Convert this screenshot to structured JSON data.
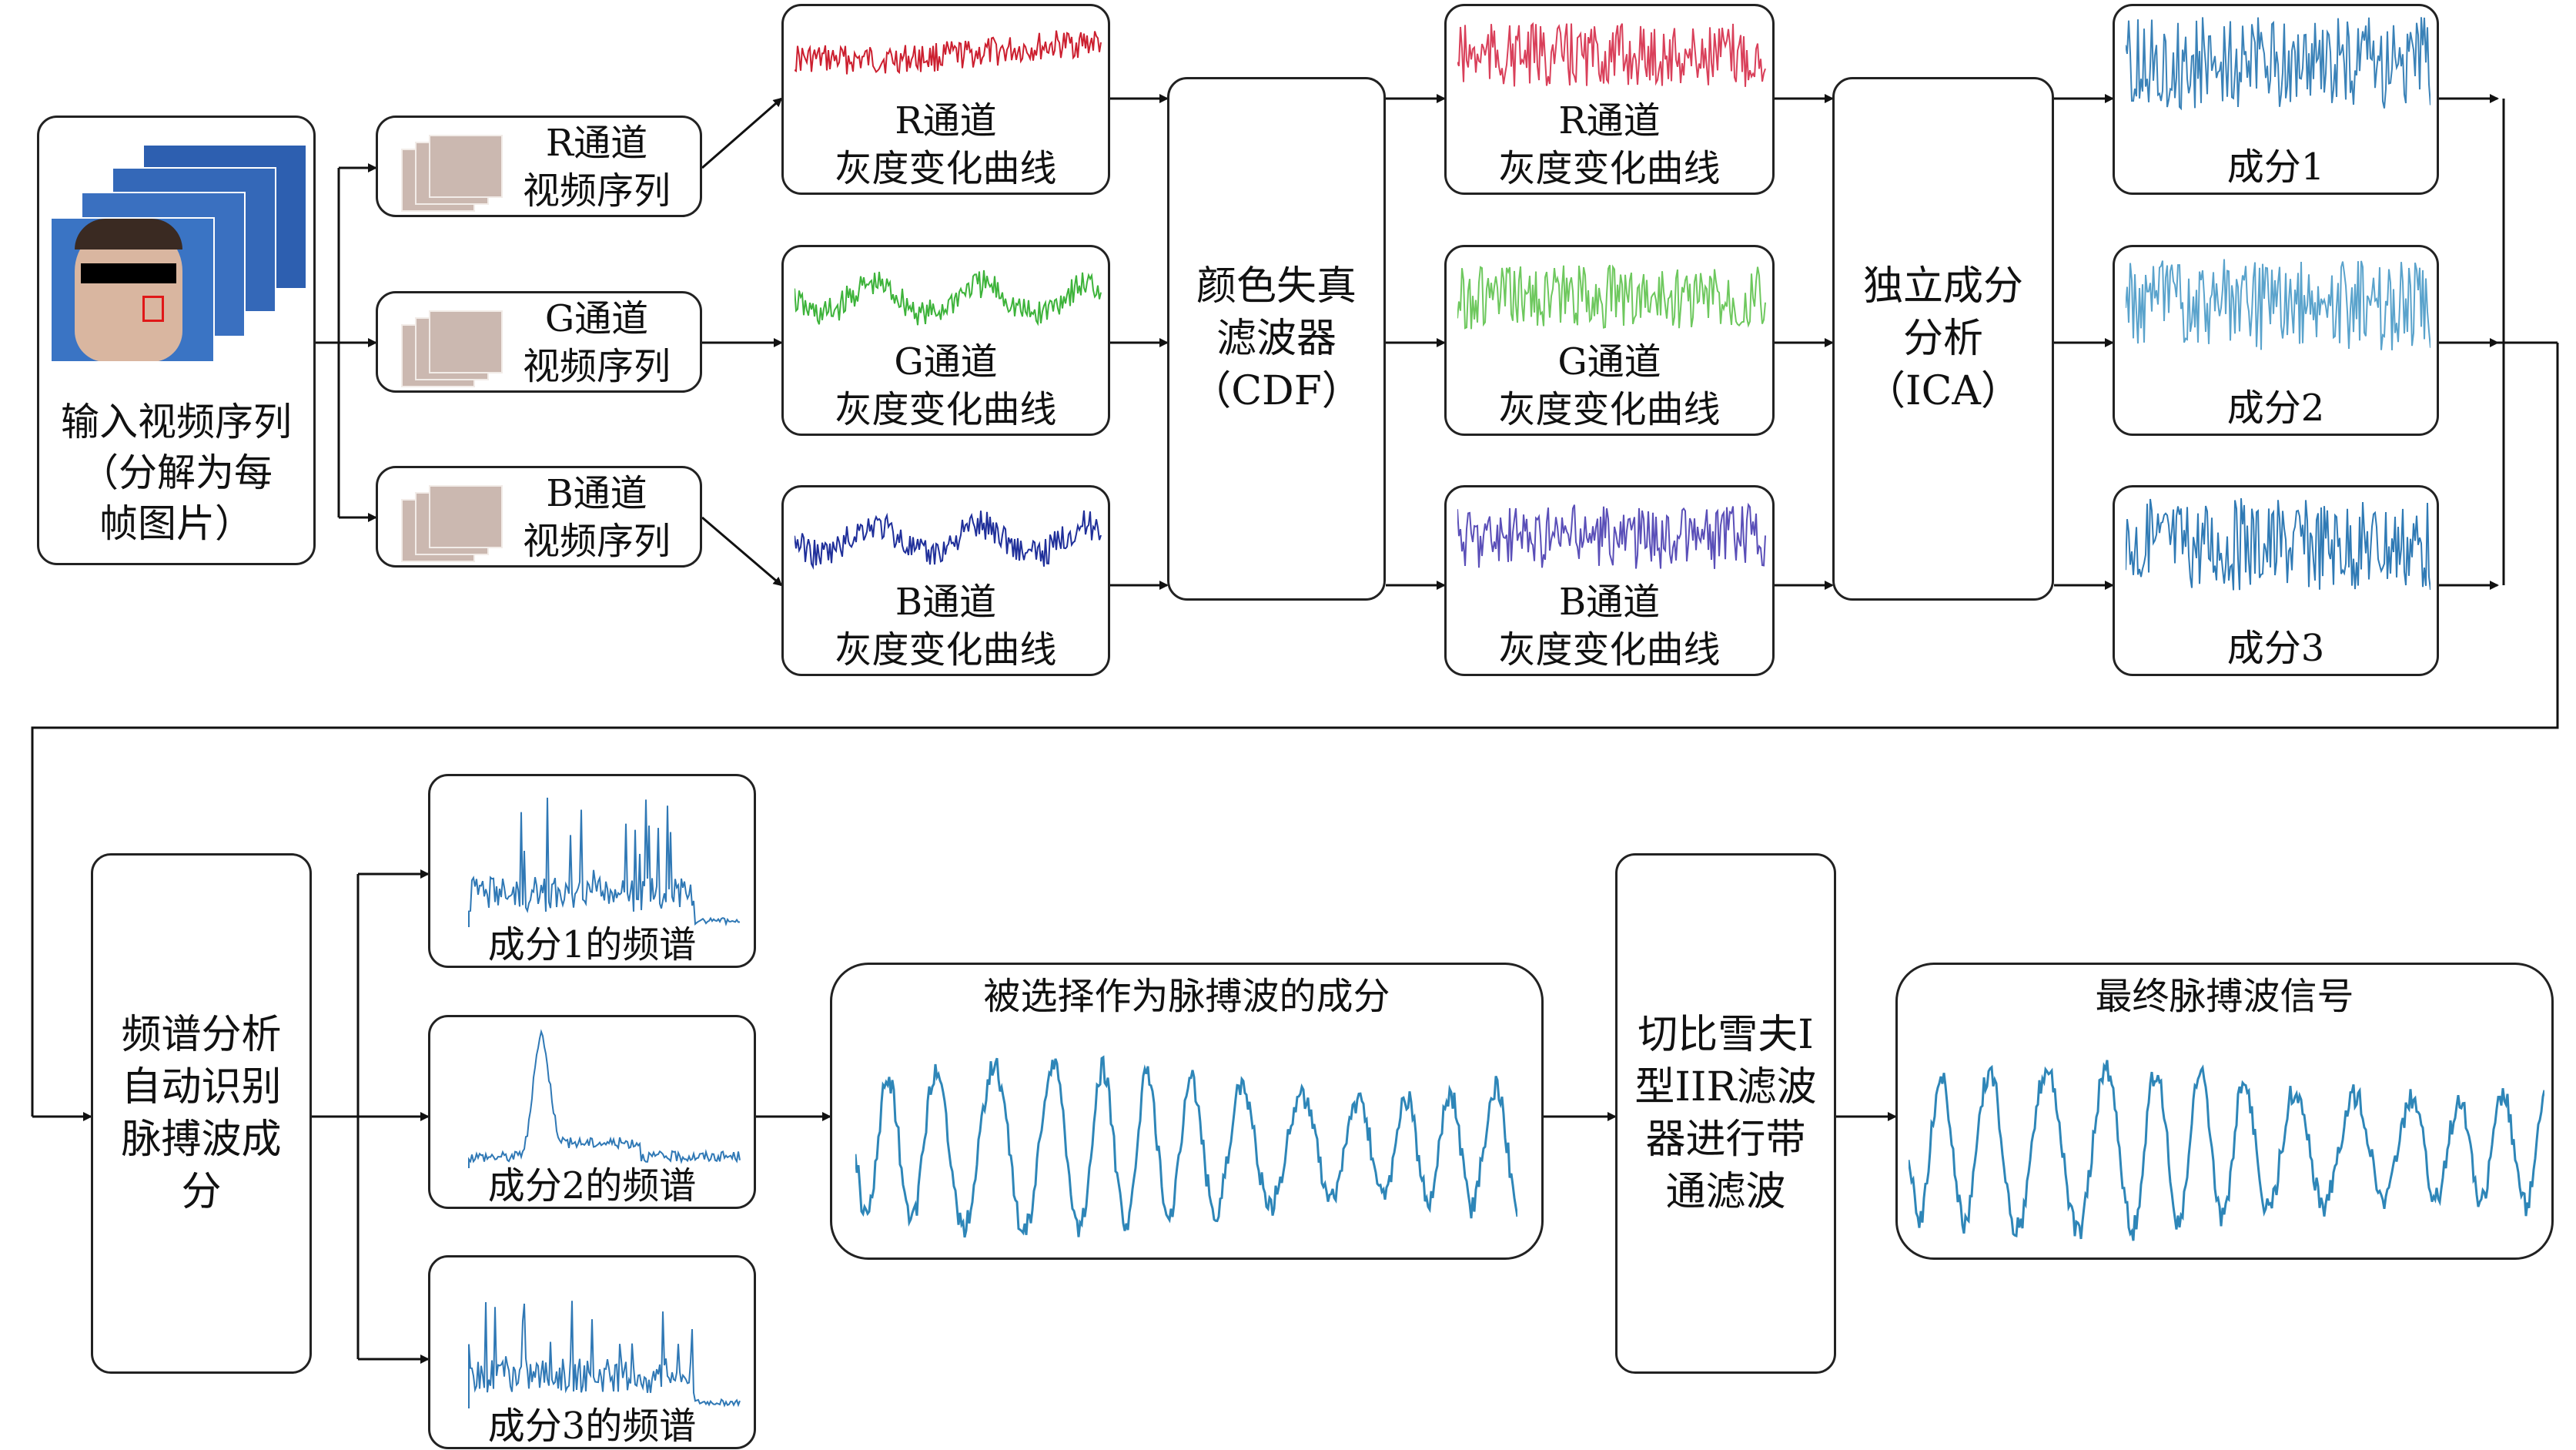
{
  "input": {
    "label": "输入视频序列\n（分解为每\n帧图片）"
  },
  "sequences": [
    {
      "label": "R通道\n视频序列"
    },
    {
      "label": "G通道\n视频序列"
    },
    {
      "label": "B通道\n视频序列"
    }
  ],
  "raw_curves": [
    {
      "label": "R通道\n灰度变化曲线",
      "color": "#cc1f2f"
    },
    {
      "label": "G通道\n灰度变化曲线",
      "color": "#3db33a"
    },
    {
      "label": "B通道\n灰度变化曲线",
      "color": "#1f2f9a"
    }
  ],
  "cdf": {
    "label": "颜色失真\n滤波器\n（CDF）"
  },
  "filtered_curves": [
    {
      "label": "R通道\n灰度变化曲线",
      "color": "#d9405a"
    },
    {
      "label": "G通道\n灰度变化曲线",
      "color": "#6ec85e"
    },
    {
      "label": "B通道\n灰度变化曲线",
      "color": "#5a4fb8"
    }
  ],
  "ica": {
    "label": "独立成分\n分析\n（ICA）"
  },
  "components": [
    {
      "label": "成分1",
      "color": "#3a82b8"
    },
    {
      "label": "成分2",
      "color": "#5aa3cc"
    },
    {
      "label": "成分3",
      "color": "#2f7ab5"
    }
  ],
  "spectrum_analysis": {
    "label": "频谱分析\n自动识别\n脉搏波成\n分"
  },
  "spectra": [
    {
      "label": "成分1的频谱",
      "color": "#2f78b5"
    },
    {
      "label": "成分2的频谱",
      "color": "#2f78b5"
    },
    {
      "label": "成分3的频谱",
      "color": "#2f78b5"
    }
  ],
  "selected": {
    "label": "被选择作为脉搏波的成分",
    "color": "#2e86b8"
  },
  "iir": {
    "label": "切比雪夫I\n型IIR滤波\n器进行带\n通滤波"
  },
  "final": {
    "label": "最终脉搏波信号",
    "color": "#2e86b8"
  }
}
